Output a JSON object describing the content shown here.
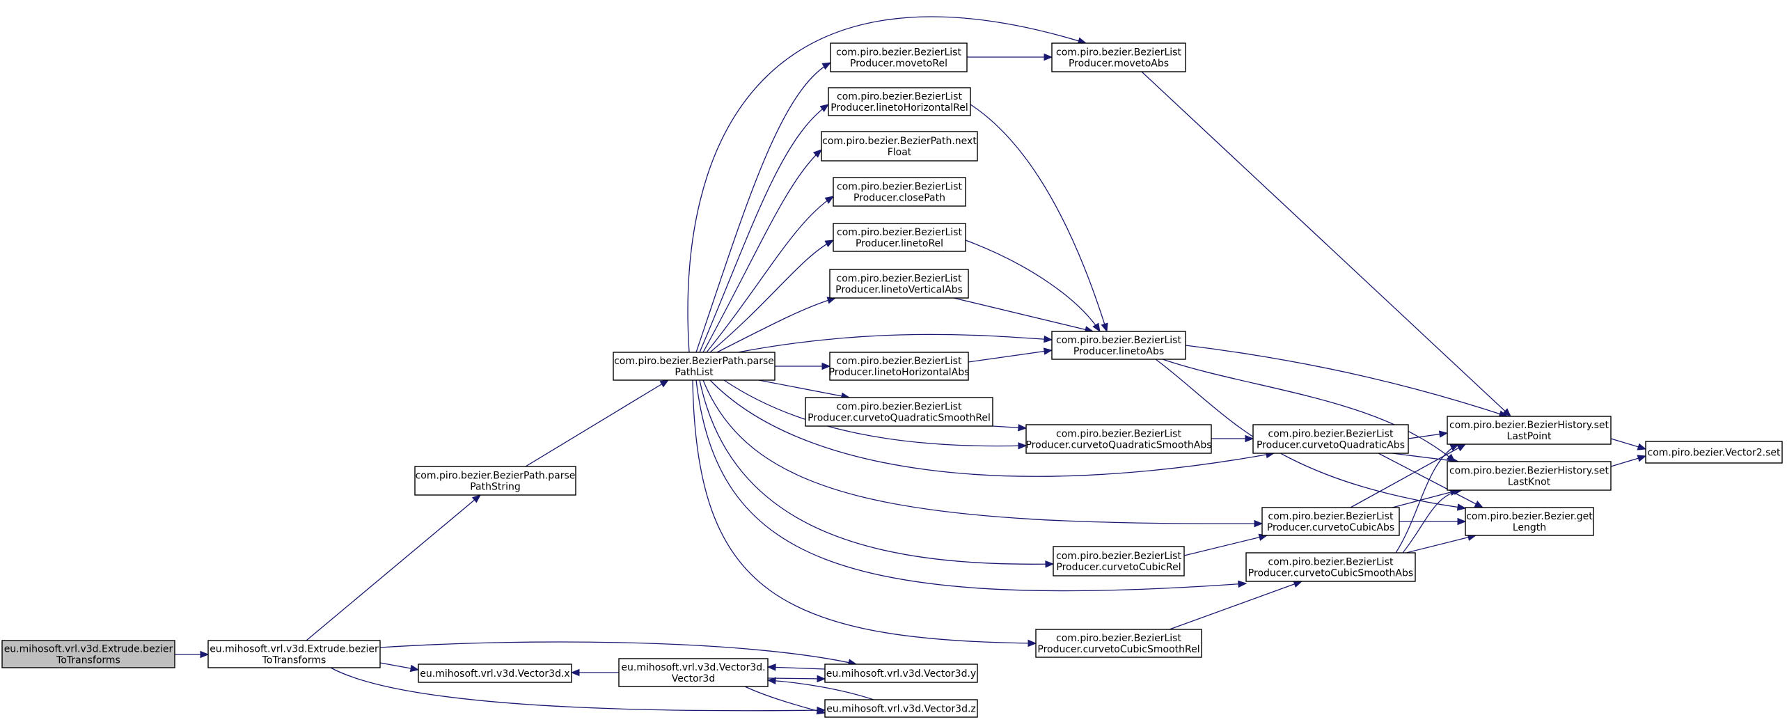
{
  "graph": {
    "type": "call-graph",
    "colors": {
      "edge": "#191970",
      "root_fill": "#bfbfbf",
      "node_fill": "#ffffff",
      "border": "#000000"
    },
    "nodes": {
      "extrude_btt_root": {
        "lines": [
          "eu.mihosoft.vrl.v3d.Extrude.bezier",
          "ToTransforms"
        ]
      },
      "extrude_btt": {
        "lines": [
          "eu.mihosoft.vrl.v3d.Extrude.bezier",
          "ToTransforms"
        ]
      },
      "parse_path_string": {
        "lines": [
          "com.piro.bezier.BezierPath.parse",
          "PathString"
        ]
      },
      "parse_path_list": {
        "lines": [
          "com.piro.bezier.BezierPath.parse",
          "PathList"
        ]
      },
      "moveto_rel": {
        "lines": [
          "com.piro.bezier.BezierList",
          "Producer.movetoRel"
        ]
      },
      "moveto_abs": {
        "lines": [
          "com.piro.bezier.BezierList",
          "Producer.movetoAbs"
        ]
      },
      "lineto_hrel": {
        "lines": [
          "com.piro.bezier.BezierList",
          "Producer.linetoHorizontalRel"
        ]
      },
      "next_float": {
        "lines": [
          "com.piro.bezier.BezierPath.next",
          "Float"
        ]
      },
      "close_path": {
        "lines": [
          "com.piro.bezier.BezierList",
          "Producer.closePath"
        ]
      },
      "lineto_rel": {
        "lines": [
          "com.piro.bezier.BezierList",
          "Producer.linetoRel"
        ]
      },
      "lineto_vabs": {
        "lines": [
          "com.piro.bezier.BezierList",
          "Producer.linetoVerticalAbs"
        ]
      },
      "lineto_abs": {
        "lines": [
          "com.piro.bezier.BezierList",
          "Producer.linetoAbs"
        ]
      },
      "lineto_habs": {
        "lines": [
          "com.piro.bezier.BezierList",
          "Producer.linetoHorizontalAbs"
        ]
      },
      "curveto_qsrel": {
        "lines": [
          "com.piro.bezier.BezierList",
          "Producer.curvetoQuadraticSmoothRel"
        ]
      },
      "curveto_qsabs": {
        "lines": [
          "com.piro.bezier.BezierList",
          "Producer.curvetoQuadraticSmoothAbs"
        ]
      },
      "curveto_qabs": {
        "lines": [
          "com.piro.bezier.BezierList",
          "Producer.curvetoQuadraticAbs"
        ]
      },
      "set_last_point": {
        "lines": [
          "com.piro.bezier.BezierHistory.set",
          "LastPoint"
        ]
      },
      "set_last_knot": {
        "lines": [
          "com.piro.bezier.BezierHistory.set",
          "LastKnot"
        ]
      },
      "vector2_set": {
        "lines": [
          "com.piro.bezier.Vector2.set"
        ]
      },
      "curveto_cabs": {
        "lines": [
          "com.piro.bezier.BezierList",
          "Producer.curvetoCubicAbs"
        ]
      },
      "get_length": {
        "lines": [
          "com.piro.bezier.Bezier.get",
          "Length"
        ]
      },
      "curveto_crel": {
        "lines": [
          "com.piro.bezier.BezierList",
          "Producer.curvetoCubicRel"
        ]
      },
      "curveto_csabs": {
        "lines": [
          "com.piro.bezier.BezierList",
          "Producer.curvetoCubicSmoothAbs"
        ]
      },
      "curveto_csrel": {
        "lines": [
          "com.piro.bezier.BezierList",
          "Producer.curvetoCubicSmoothRel"
        ]
      },
      "vector3d_x": {
        "lines": [
          "eu.mihosoft.vrl.v3d.Vector3d.x"
        ]
      },
      "vector3d_ctor": {
        "lines": [
          "eu.mihosoft.vrl.v3d.Vector3d.",
          "Vector3d"
        ]
      },
      "vector3d_y": {
        "lines": [
          "eu.mihosoft.vrl.v3d.Vector3d.y"
        ]
      },
      "vector3d_z": {
        "lines": [
          "eu.mihosoft.vrl.v3d.Vector3d.z"
        ]
      }
    },
    "edges": [
      [
        "extrude_btt_root",
        "extrude_btt"
      ],
      [
        "extrude_btt",
        "parse_path_string"
      ],
      [
        "parse_path_string",
        "parse_path_list"
      ],
      [
        "extrude_btt",
        "vector3d_x"
      ],
      [
        "extrude_btt",
        "vector3d_y"
      ],
      [
        "extrude_btt",
        "vector3d_z"
      ],
      [
        "vector3d_ctor",
        "vector3d_x"
      ],
      [
        "vector3d_y",
        "vector3d_ctor"
      ],
      [
        "vector3d_z",
        "vector3d_ctor"
      ],
      [
        "vector3d_ctor",
        "vector3d_y"
      ],
      [
        "vector3d_ctor",
        "vector3d_z"
      ],
      [
        "parse_path_list",
        "moveto_rel"
      ],
      [
        "parse_path_list",
        "moveto_abs"
      ],
      [
        "parse_path_list",
        "lineto_hrel"
      ],
      [
        "parse_path_list",
        "next_float"
      ],
      [
        "parse_path_list",
        "close_path"
      ],
      [
        "parse_path_list",
        "lineto_rel"
      ],
      [
        "parse_path_list",
        "lineto_vabs"
      ],
      [
        "parse_path_list",
        "lineto_abs"
      ],
      [
        "parse_path_list",
        "lineto_habs"
      ],
      [
        "parse_path_list",
        "curveto_qsrel"
      ],
      [
        "parse_path_list",
        "curveto_qsabs"
      ],
      [
        "parse_path_list",
        "curveto_qabs"
      ],
      [
        "parse_path_list",
        "curveto_cabs"
      ],
      [
        "parse_path_list",
        "curveto_crel"
      ],
      [
        "parse_path_list",
        "curveto_csabs"
      ],
      [
        "parse_path_list",
        "curveto_csrel"
      ],
      [
        "moveto_rel",
        "moveto_abs"
      ],
      [
        "moveto_abs",
        "set_last_point"
      ],
      [
        "lineto_hrel",
        "lineto_abs"
      ],
      [
        "lineto_rel",
        "lineto_abs"
      ],
      [
        "lineto_vabs",
        "lineto_abs"
      ],
      [
        "lineto_habs",
        "lineto_abs"
      ],
      [
        "lineto_abs",
        "set_last_point"
      ],
      [
        "lineto_abs",
        "set_last_knot"
      ],
      [
        "lineto_abs",
        "get_length"
      ],
      [
        "curveto_qsrel",
        "curveto_qsabs"
      ],
      [
        "curveto_qsabs",
        "curveto_qabs"
      ],
      [
        "curveto_qabs",
        "set_last_point"
      ],
      [
        "curveto_qabs",
        "set_last_knot"
      ],
      [
        "curveto_qabs",
        "get_length"
      ],
      [
        "curveto_crel",
        "curveto_cabs"
      ],
      [
        "curveto_cabs",
        "set_last_point"
      ],
      [
        "curveto_cabs",
        "set_last_knot"
      ],
      [
        "curveto_cabs",
        "get_length"
      ],
      [
        "curveto_csrel",
        "curveto_csabs"
      ],
      [
        "curveto_csabs",
        "set_last_point"
      ],
      [
        "curveto_csabs",
        "set_last_knot"
      ],
      [
        "curveto_csabs",
        "get_length"
      ],
      [
        "set_last_point",
        "vector2_set"
      ],
      [
        "set_last_knot",
        "vector2_set"
      ]
    ]
  }
}
